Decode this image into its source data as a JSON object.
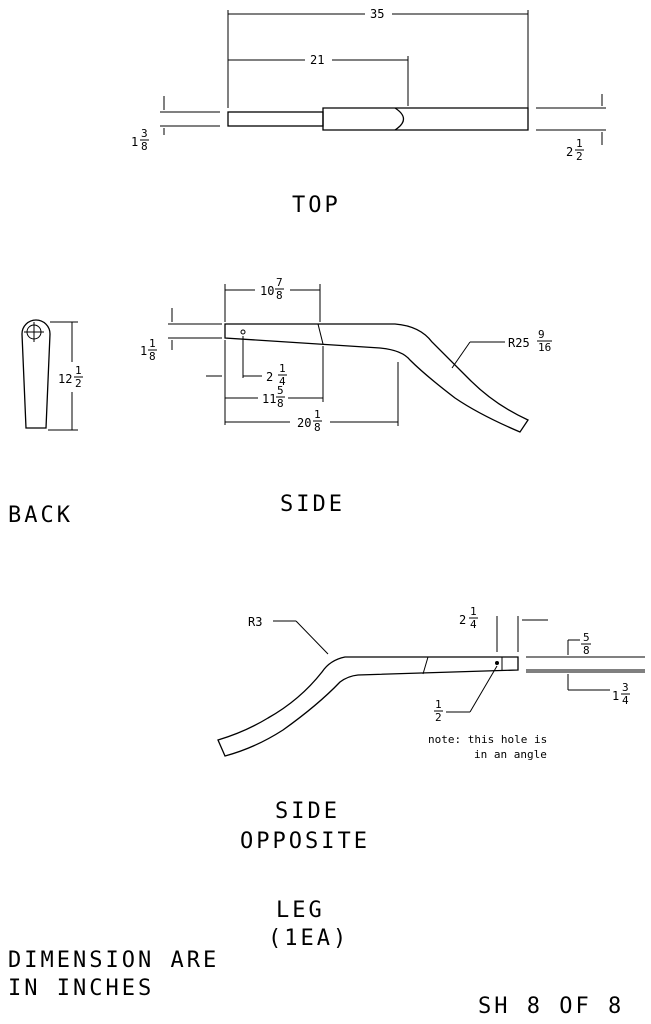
{
  "views": {
    "top": "TOP",
    "side": "SIDE",
    "back": "BACK",
    "side_opposite_line1": "SIDE",
    "side_opposite_line2": "OPPOSITE"
  },
  "part": {
    "name": "LEG",
    "qty": "(1EA)"
  },
  "units_note_line1": "DIMENSION ARE",
  "units_note_line2": "IN INCHES",
  "sheet": "SH 8 OF 8",
  "hole_note_line1": "note: this hole is",
  "hole_note_line2": "in an angle",
  "dimensions": {
    "top_overall": "35",
    "top_21": "21",
    "top_left_whole": "1",
    "top_left_num": "3",
    "top_left_den": "8",
    "top_right_whole": "2",
    "top_right_num": "1",
    "top_right_den": "2",
    "side_a_whole": "10",
    "side_a_num": "7",
    "side_a_den": "8",
    "side_b_whole": "1",
    "side_b_num": "1",
    "side_b_den": "8",
    "side_c_whole": "2",
    "side_c_num": "1",
    "side_c_den": "4",
    "side_d_whole": "11",
    "side_d_num": "5",
    "side_d_den": "8",
    "side_e_whole": "20",
    "side_e_num": "1",
    "side_e_den": "8",
    "side_radius": "R25",
    "side_radius_num": "9",
    "side_radius_den": "16",
    "back_whole": "12",
    "back_num": "1",
    "back_den": "2",
    "opp_radius": "R3",
    "opp_a_whole": "2",
    "opp_a_num": "1",
    "opp_a_den": "4",
    "opp_b_num": "5",
    "opp_b_den": "8",
    "opp_c_whole": "1",
    "opp_c_num": "3",
    "opp_c_den": "4",
    "opp_hole_num": "1",
    "opp_hole_den": "2"
  }
}
